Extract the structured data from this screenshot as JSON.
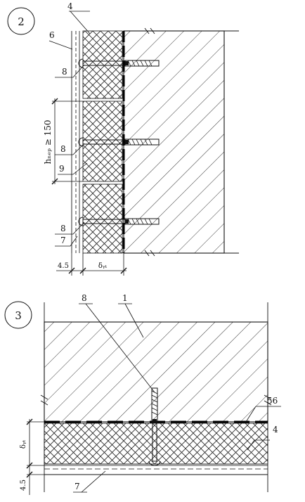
{
  "figure_2": {
    "number": "2",
    "callouts": {
      "c4": "4",
      "c6": "6",
      "c8a": "8",
      "c8b": "8",
      "c9": "9",
      "c8c": "8",
      "c7": "7"
    },
    "height_label": "hₙₑₚ ≥ 150",
    "dim_left": "4.5",
    "dim_right": "δᵧₜ"
  },
  "figure_3": {
    "number": "3",
    "callouts": {
      "c8": "8",
      "c1": "1",
      "c56": "56",
      "c4": "4",
      "c7": "7"
    },
    "dim_thickness": "δᵧₜ",
    "dim_bottom": "4.5"
  }
}
